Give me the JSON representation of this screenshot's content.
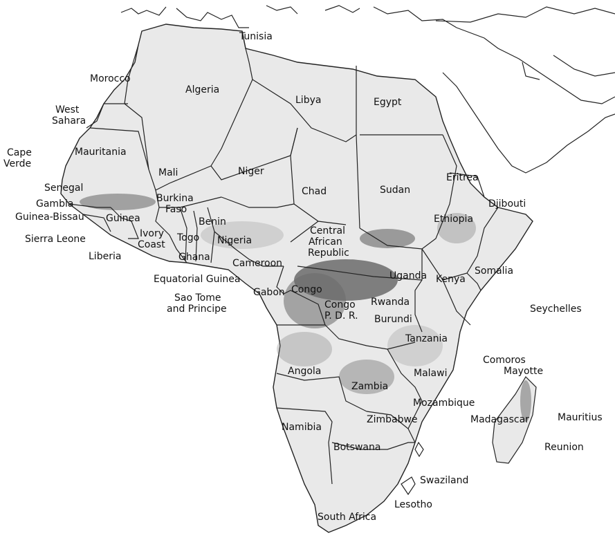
{
  "map": {
    "colors": {
      "land": "#e9e9e9",
      "outside_land": "#ffffff",
      "border": "#222222",
      "density_dark": "#4a4a4a",
      "density_mid": "#7a7a7a",
      "text": "#111111"
    },
    "countries": {
      "tunisia": "Tunisia",
      "morocco": "Morocco",
      "algeria": "Algeria",
      "libya": "Libya",
      "egypt": "Egypt",
      "west_sahara_1": "West",
      "west_sahara_2": "Sahara",
      "cape_verde_1": "Cape",
      "cape_verde_2": "Verde",
      "mauritania": "Mauritania",
      "mali": "Mali",
      "niger": "Niger",
      "chad": "Chad",
      "sudan": "Sudan",
      "eritrea": "Eritrea",
      "djibouti": "Djibouti",
      "senegal": "Senegal",
      "gambia": "Gambia",
      "guinea_bissau": "Guinea-Bissau",
      "guinea": "Guinea",
      "burkina_1": "Burkina",
      "burkina_2": "Faso",
      "benin": "Benin",
      "sierra_leone": "Sierra Leone",
      "ivory_coast_1": "Ivory",
      "ivory_coast_2": "Coast",
      "togo": "Togo",
      "nigeria": "Nigeria",
      "car_1": "Central",
      "car_2": "African",
      "car_3": "Republic",
      "ethiopia": "Ethiopia",
      "liberia": "Liberia",
      "ghana": "Ghana",
      "cameroon": "Cameroon",
      "somalia": "Somalia",
      "equatorial_guinea": "Equatorial Guinea",
      "uganda": "Uganda",
      "kenya": "Kenya",
      "gabon": "Gabon",
      "congo": "Congo",
      "sao_tome_1": "Sao Tome",
      "sao_tome_2": "and Principe",
      "drc_1": "Congo",
      "drc_2": "P. D. R.",
      "rwanda": "Rwanda",
      "burundi": "Burundi",
      "seychelles": "Seychelles",
      "tanzania": "Tanzania",
      "comoros": "Comoros",
      "mayotte": "Mayotte",
      "angola": "Angola",
      "malawi": "Malawi",
      "zambia": "Zambia",
      "mozambique": "Mozambique",
      "zimbabwe": "Zimbabwe",
      "madagascar": "Madagascar",
      "mauritius": "Mauritius",
      "namibia": "Namibia",
      "botswana": "Botswana",
      "reunion": "Reunion",
      "swaziland": "Swaziland",
      "lesotho": "Lesotho",
      "south_africa": "South Africa"
    }
  }
}
